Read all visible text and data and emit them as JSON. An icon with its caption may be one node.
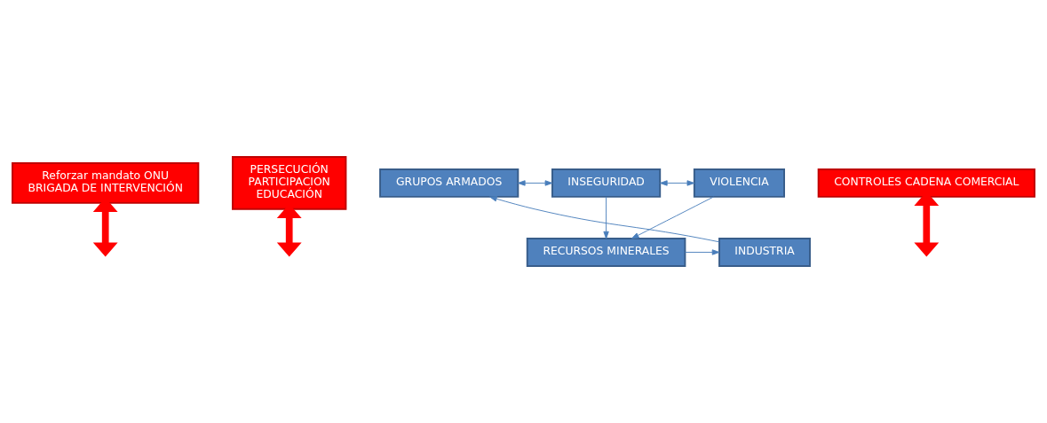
{
  "diagram": {
    "nodes": [
      {
        "text": [
          "Reforzar mandato ONU",
          "BRIGADA DE INTERVENCIÓN"
        ]
      },
      {
        "text": [
          "PERSECUCIÓN",
          "PARTICIPACION",
          "EDUCACIÓN"
        ]
      },
      {
        "text": [
          "GRUPOS ARMADOS"
        ]
      },
      {
        "text": [
          "INSEGURIDAD"
        ]
      },
      {
        "text": [
          "VIOLENCIA"
        ]
      },
      {
        "text": [
          "CONTROLES CADENA COMERCIAL"
        ]
      },
      {
        "text": [
          "INDUSTRIA"
        ]
      },
      {
        "text": [
          "RECURSOS MINERALES"
        ]
      }
    ],
    "edges": [
      {
        "from": 2,
        "to": 3,
        "arrow": "both"
      },
      {
        "from": 3,
        "to": 4,
        "arrow": "both"
      },
      {
        "from": 0,
        "to": null,
        "arrow": "both",
        "style": "thick",
        "color": "#ff0000"
      },
      {
        "from": 1,
        "to": null,
        "arrow": "both",
        "style": "thick",
        "color": "#ff0000"
      },
      {
        "from": 3,
        "to": 7,
        "arrow": "to"
      },
      {
        "from": 4,
        "to": 7,
        "arrow": "to"
      },
      {
        "from": 5,
        "to": null,
        "arrow": "both",
        "style": "thick",
        "color": "#ff0000"
      },
      {
        "from": 6,
        "to": 2,
        "arrow": "to"
      },
      {
        "from": 7,
        "to": 6,
        "arrow": "to"
      }
    ]
  }
}
